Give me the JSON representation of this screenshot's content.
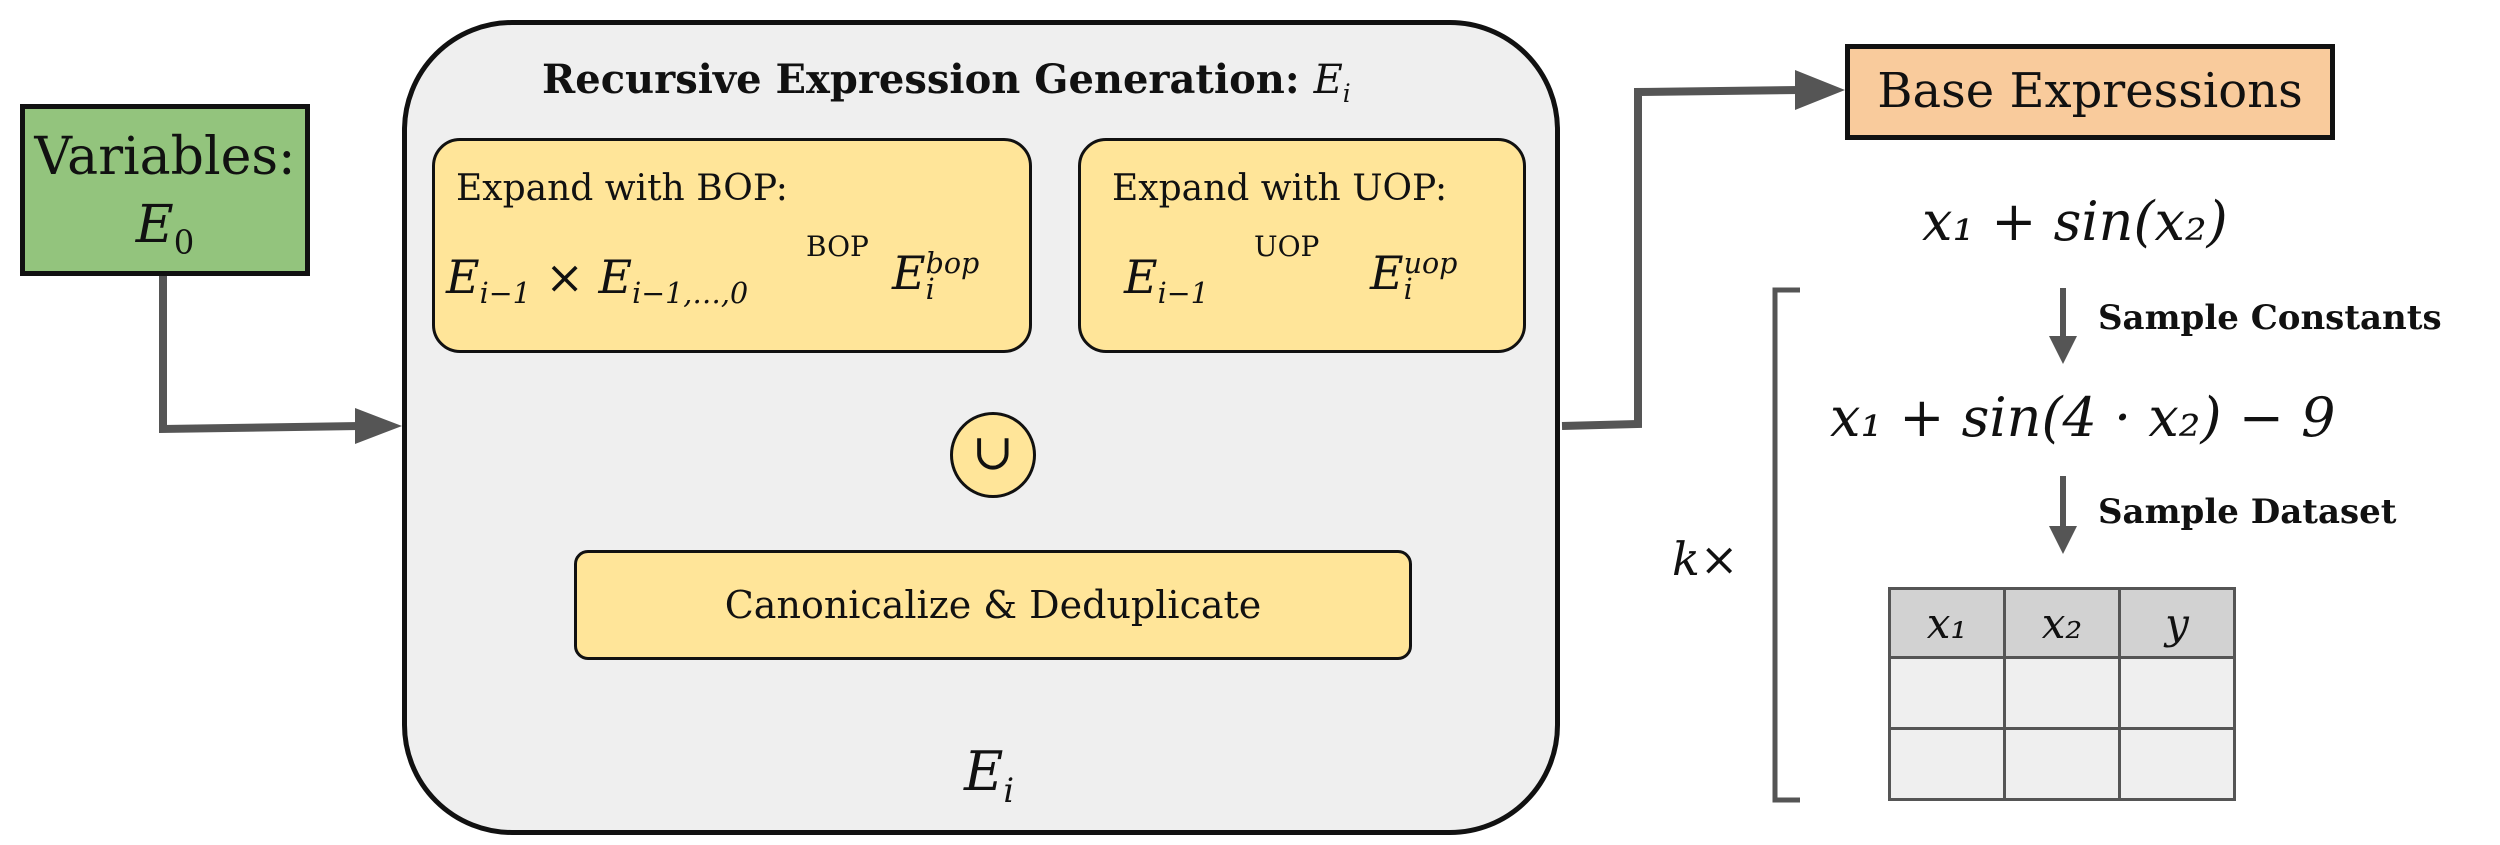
{
  "variables": {
    "label": "Variables:",
    "symbol": "E",
    "subscript": "0"
  },
  "recursive_block": {
    "title": "Recursive Expression Generation:",
    "title_symbol": "E",
    "title_subscript": "i",
    "bop": {
      "heading": "Expand with BOP:",
      "lhs_a": "E",
      "lhs_a_sub": "i−1",
      "times": "×",
      "lhs_b": "E",
      "lhs_b_sub": "i−1,…,0",
      "op_label": "BOP",
      "rhs": "E",
      "rhs_sub": "i",
      "rhs_sup": "bop"
    },
    "uop": {
      "heading": "Expand with UOP:",
      "lhs": "E",
      "lhs_sub": "i−1",
      "op_label": "UOP",
      "rhs": "E",
      "rhs_sub": "i",
      "rhs_sup": "uop"
    },
    "union_symbol": "∪",
    "canonicalize_label": "Canonicalize & Deduplicate",
    "output": "E",
    "output_sub": "i"
  },
  "base_expressions": {
    "label": "Base Expressions",
    "example": "x₁ + sin(x₂)",
    "repeat_label": "k×",
    "step1_label": "Sample Constants",
    "constants_example": "x₁ + sin(4 · x₂) − 9",
    "step2_label": "Sample Dataset",
    "table": {
      "headers": [
        "x₁",
        "x₂",
        "y"
      ],
      "rows": [
        [
          "",
          "",
          ""
        ],
        [
          "",
          "",
          ""
        ]
      ]
    }
  },
  "colors": {
    "variables_fill": "#93c47d",
    "block_fill": "#efefef",
    "node_fill": "#ffe599",
    "base_fill": "#f9cb9c",
    "wire": "#555555"
  },
  "icons": {
    "union": "union-icon",
    "arrow": "arrow-icon"
  }
}
